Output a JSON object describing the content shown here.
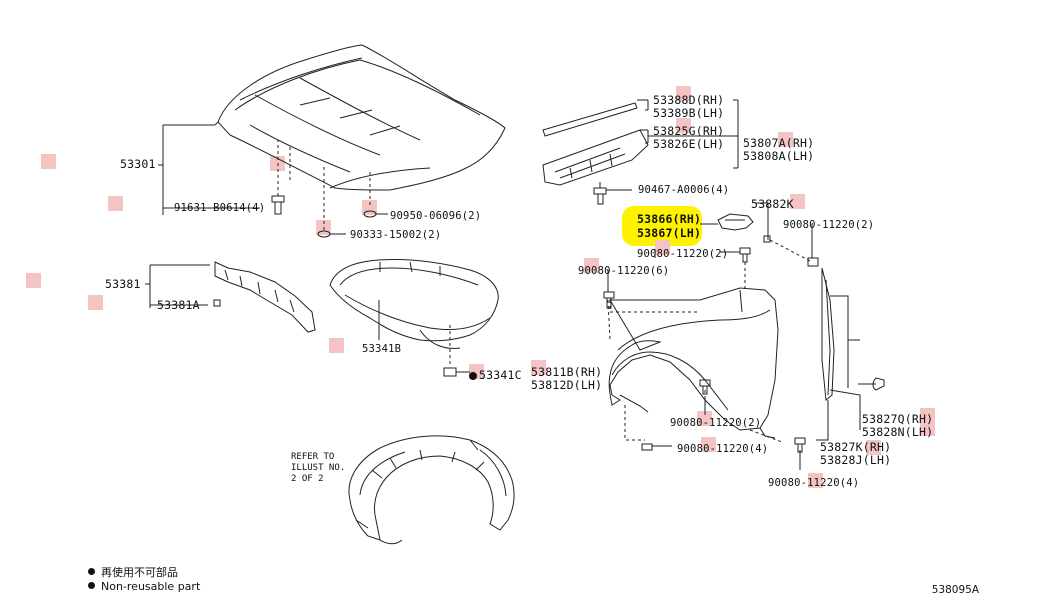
{
  "parts": {
    "p53301": "53301",
    "p91631": "91631-B0614(4)",
    "p90950": "90950-06096(2)",
    "p90333": "90333-15002(2)",
    "p53381": "53381",
    "p53381A": "53381A",
    "p53341B": "53341B",
    "p53341C": "53341C",
    "p53388D": "53388D(RH)",
    "p53389B": "53389B(LH)",
    "p53825G": "53825G(RH)",
    "p53826E": "53826E(LH)",
    "p53807A": "53807A(RH)",
    "p53808A": "53808A(LH)",
    "p90467": "90467-A0006(4)",
    "p53882K": "53882K",
    "p53866": "53866(RH)",
    "p53867": "53867(LH)",
    "p90080_tr": "90080-11220(2)",
    "p90080_mid": "90080-11220(2)",
    "p90080_six": "90080-11220(6)",
    "p53811B": "53811B(RH)",
    "p53812D": "53812D(LH)",
    "p90080_low": "90080-11220(2)",
    "p90080_four_a": "90080-11220(4)",
    "p90080_four_b": "90080-11220(4)",
    "p53827Q": "53827Q(RH)",
    "p53828N": "53828N(LH)",
    "p53827K": "53827K(RH)",
    "p53828J": "53828J(LH)"
  },
  "refer_note": "REFER TO\nILLUST NO.\n2 OF 2",
  "legend": {
    "jp": "再使用不可部品",
    "en": "Non-reusable part"
  },
  "diagram_ref": "538095A",
  "colors": {
    "highlight": "#fff200",
    "marker": "#f4c4c4",
    "line": "#222222"
  }
}
